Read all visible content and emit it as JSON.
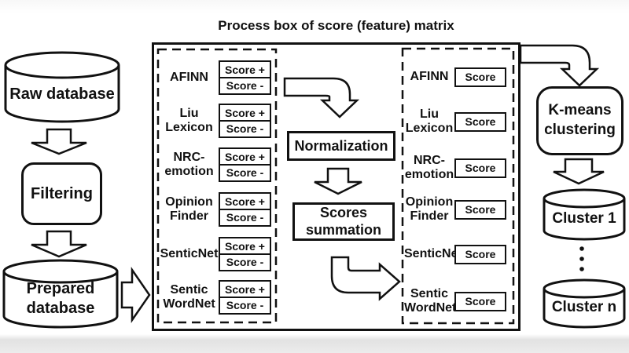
{
  "title": "Process box of score (feature) matrix",
  "left_flow": {
    "raw_database": "Raw database",
    "filtering": "Filtering",
    "prepared_database": [
      "Prepared",
      "database"
    ]
  },
  "matrix": {
    "score_plus": "Score +",
    "score_minus": "Score -",
    "score": "Score",
    "rows": [
      {
        "label": [
          "AFINN"
        ]
      },
      {
        "label": [
          "Liu",
          "Lexicon"
        ]
      },
      {
        "label": [
          "NRC-",
          "emotion"
        ]
      },
      {
        "label": [
          "Opinion",
          "Finder"
        ]
      },
      {
        "label": [
          "SenticNet"
        ]
      },
      {
        "label": [
          "Sentic",
          "WordNet"
        ]
      }
    ]
  },
  "middle": {
    "normalization": "Normalization",
    "scores_summation": [
      "Scores",
      "summation"
    ]
  },
  "right_flow": {
    "kmeans": [
      "K-means",
      "clustering"
    ],
    "cluster_first": "Cluster 1",
    "cluster_last": "Cluster n"
  },
  "colors": {
    "ink": "#111111",
    "background": "#ffffff",
    "bottom_band": "#e8e8e8"
  }
}
